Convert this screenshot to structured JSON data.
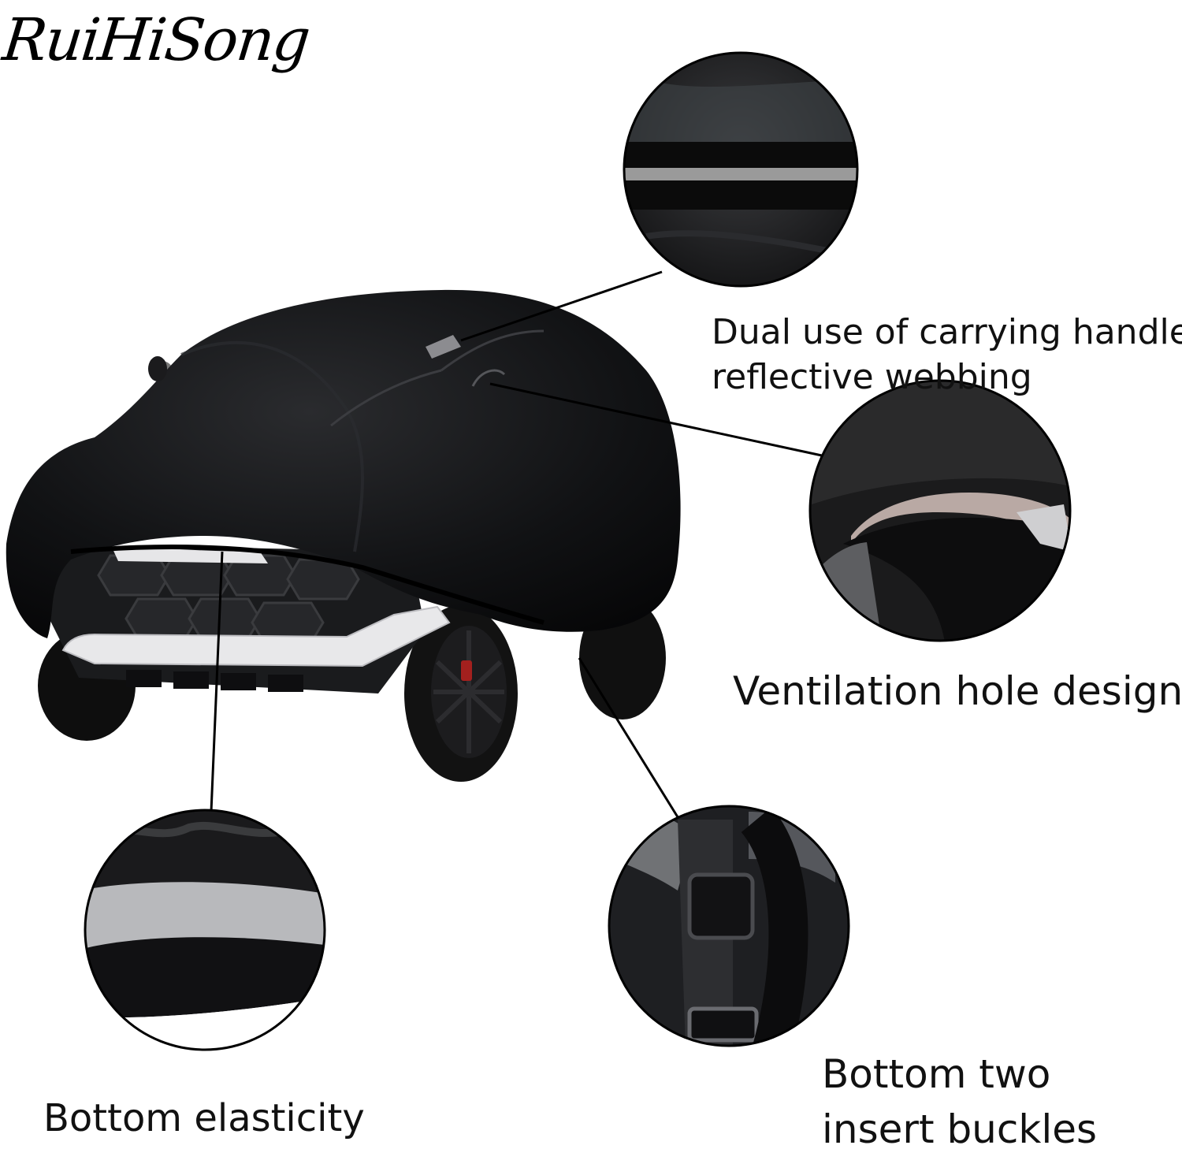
{
  "brand": {
    "logo_text": "RuiHiSong"
  },
  "features": [
    {
      "lines": [
        "Dual use of carrying handle",
        "reflective webbing"
      ],
      "icon": "reflective-webbing-closeup"
    },
    {
      "lines": [
        "Ventilation hole design"
      ],
      "icon": "ventilation-hole-closeup"
    },
    {
      "lines": [
        "Bottom two",
        "insert buckles"
      ],
      "icon": "insert-buckle-closeup"
    },
    {
      "lines": [
        "Bottom elasticity"
      ],
      "icon": "elastic-hem-closeup"
    }
  ],
  "colors": {
    "cover": "#0d0d0f",
    "background": "#ffffff",
    "reflective_strip": "#9a9a9a",
    "callout_line": "#000000"
  }
}
